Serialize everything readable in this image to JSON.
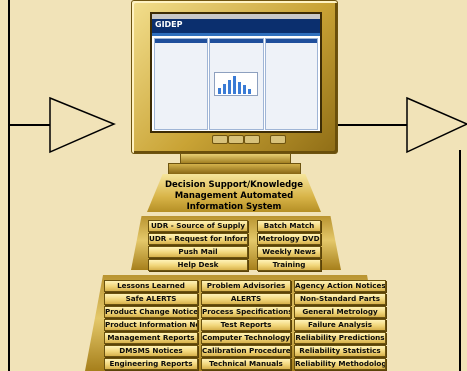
{
  "title_line1": "Decision Support/Knowledge",
  "title_line2": "Management Automated Information System",
  "tier2_left": [
    "UDR - Source of Supply",
    "UDR - Request for Information",
    "Push Mail",
    "Help Desk"
  ],
  "tier2_right": [
    "Batch Match",
    "Metrology DVD",
    "Weekly News",
    "Training"
  ],
  "tier3_col1": [
    "Lessons Learned",
    "Safe ALERTS",
    "Product Change Notices",
    "Product Information Notices",
    "Management Reports",
    "DMSMS Notices",
    "Engineering Reports"
  ],
  "tier3_col2": [
    "Problem Advisories",
    "ALERTS",
    "Process Specifications",
    "Test Reports",
    "Computer Technology",
    "Calibration Procedures",
    "Technical Manuals"
  ],
  "tier3_col3": [
    "Agency Action Notices",
    "Non-Standard Parts",
    "General Metrology",
    "Failure Analysis",
    "Reliability Predictions",
    "Reliability Statistics",
    "Reliability Methodology"
  ],
  "screen_logo": "GIDEP",
  "colors": {
    "background": "#f1e3b8",
    "gold": "#d8b448",
    "screen_banner": "#0b2f6e"
  }
}
